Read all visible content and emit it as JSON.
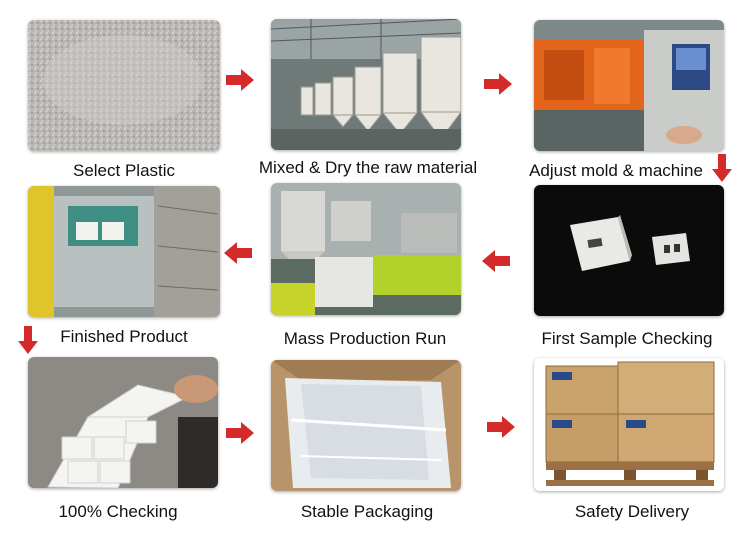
{
  "steps": [
    {
      "label": "Select Plastic"
    },
    {
      "label": "Mixed & Dry the raw material"
    },
    {
      "label": "Adjust mold & machine"
    },
    {
      "label": "First Sample Checking"
    },
    {
      "label": "Mass Production Run"
    },
    {
      "label": "Finished Product"
    },
    {
      "label": "100% Checking"
    },
    {
      "label": "Stable Packaging"
    },
    {
      "label": "Safety Delivery"
    }
  ],
  "colors": {
    "arrow": "#d42a2a",
    "arrow_dark": "#a01818"
  },
  "icons": [
    "arrow-right-icon",
    "arrow-left-icon",
    "arrow-down-icon"
  ]
}
